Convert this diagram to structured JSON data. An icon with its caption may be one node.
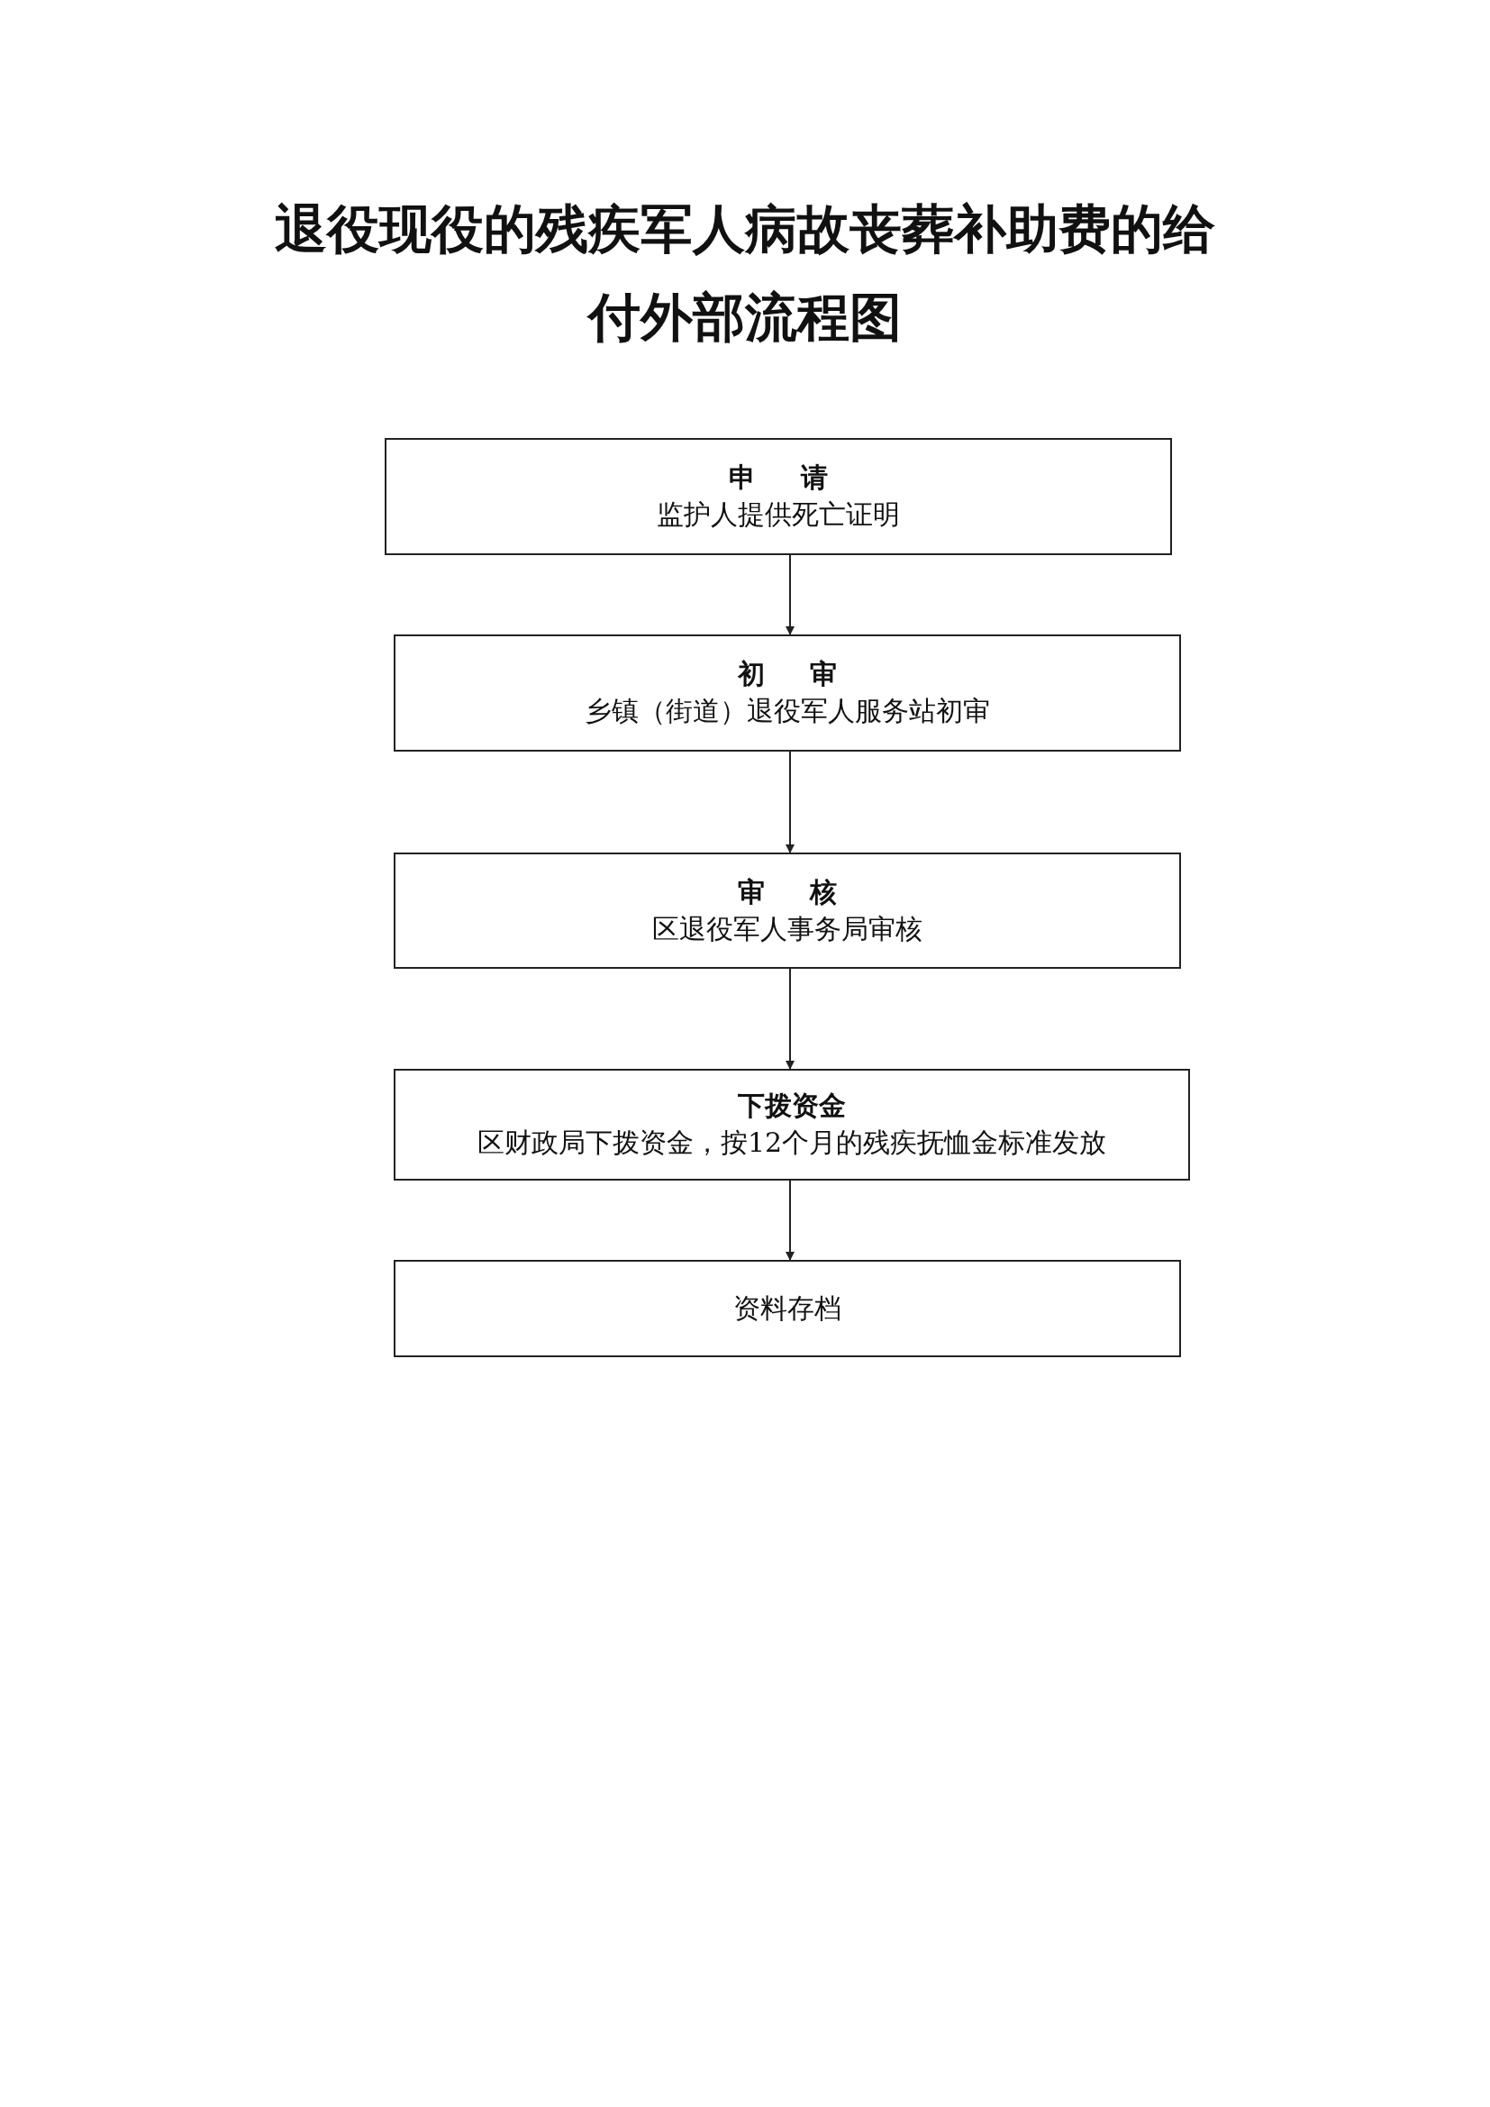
{
  "diagram": {
    "title": "退役现役的残疾军人病故丧葬补助费的给付外部流程图",
    "nodes": [
      {
        "text": [
          "申 请",
          "监护人提供死亡证明"
        ]
      },
      {
        "text": [
          "初 审",
          "乡镇（街道）退役军人服务站初审"
        ]
      },
      {
        "text": [
          "审 核",
          "区退役军人事务局审核"
        ]
      },
      {
        "text": [
          "下拨资金",
          "区财政局下拨资金，按12个月的残疾抚恤金标准发放"
        ]
      },
      {
        "text": [
          "资料存档"
        ]
      }
    ],
    "edges": [
      {
        "from": 0,
        "to": 1,
        "arrow": "to"
      },
      {
        "from": 1,
        "to": 2,
        "arrow": "to"
      },
      {
        "from": 2,
        "to": 3,
        "arrow": "to"
      },
      {
        "from": 3,
        "to": 4,
        "arrow": "to"
      }
    ]
  }
}
